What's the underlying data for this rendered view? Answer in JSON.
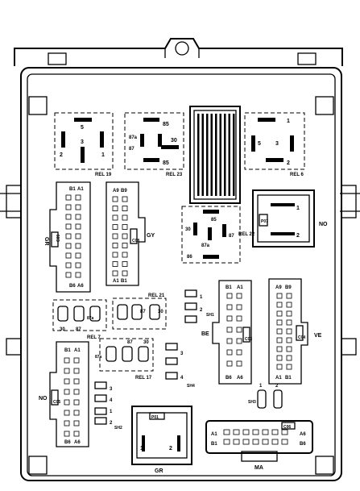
{
  "relays": {
    "rel19": {
      "name": "REL 19",
      "pins": [
        "5",
        "2",
        "3",
        "1"
      ]
    },
    "rel23": {
      "name": "REL 23",
      "pins": [
        "85",
        "87a",
        "87",
        "30",
        "85"
      ]
    },
    "rel6": {
      "name": "REL 6",
      "pins": [
        "1",
        "5",
        "3",
        "2"
      ]
    },
    "rel22": {
      "name": "REL 22",
      "pins": [
        "85",
        "30",
        "87a",
        "87",
        "86"
      ]
    },
    "rel21": {
      "name": "REL 21",
      "pins": [
        "87",
        "30"
      ]
    },
    "rel7": {
      "name": "REL 7",
      "pins": [
        "87a",
        "30",
        "87"
      ]
    },
    "rel17": {
      "name": "REL 17",
      "pins": [
        "87a",
        "87",
        "30"
      ]
    }
  },
  "connectors": {
    "gr_left": {
      "name": "GR",
      "code": "C09",
      "top": "B1",
      "top2": "A1",
      "bot": "B6",
      "bot2": "A6"
    },
    "gy": {
      "name": "GY",
      "code": "C08",
      "top": "A9",
      "top2": "B9",
      "bot": "A1",
      "bot2": "B1"
    },
    "no_right": {
      "name": "NO",
      "code": "P07",
      "pins": [
        "1",
        "2"
      ]
    },
    "be": {
      "name": "BE",
      "code": "C03",
      "top": "B1",
      "top2": "A1",
      "bot": "B6",
      "bot2": "A6"
    },
    "ve": {
      "name": "VE",
      "code": "C04",
      "top": "A9",
      "top2": "B9",
      "bot": "A1",
      "bot2": "B1"
    },
    "no_left": {
      "name": "NO",
      "code": "C05",
      "top": "B1",
      "top2": "A1",
      "bot": "B6",
      "bot2": "A6"
    },
    "gr_bottom": {
      "name": "GR",
      "code": "P01",
      "pins": [
        "1",
        "2"
      ]
    },
    "ma": {
      "name": "MA",
      "code": "C06",
      "row1": "A1",
      "row1r": "A6",
      "row2": "B1",
      "row2r": "B6"
    }
  },
  "shunts": {
    "sh1": {
      "name": "SH1",
      "pins": [
        "1",
        "2"
      ]
    },
    "sh2": {
      "name": "SH2",
      "pins": [
        "3",
        "4",
        "1",
        "2"
      ]
    },
    "sh3": {
      "name": "SH3",
      "pins": [
        "1",
        "2"
      ]
    },
    "sh4": {
      "name": "SH4",
      "pins": [
        "3",
        "4"
      ]
    }
  },
  "colors": {
    "line": "#000000",
    "background": "#ffffff"
  }
}
